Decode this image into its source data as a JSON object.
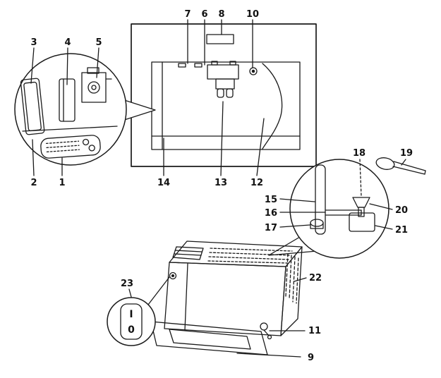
{
  "figure": {
    "kind": "appliance-parts-diagram",
    "colors": {
      "background": "#ffffff",
      "line": "#1a1a1a",
      "text": "#111111"
    }
  },
  "callout_labels": [
    "1",
    "2",
    "3",
    "4",
    "5",
    "6",
    "7",
    "8",
    "9",
    "10",
    "11",
    "12",
    "13",
    "14",
    "15",
    "16",
    "17",
    "18",
    "19",
    "20",
    "21",
    "22",
    "23"
  ],
  "power_switch": {
    "on": "I",
    "off": "0"
  }
}
